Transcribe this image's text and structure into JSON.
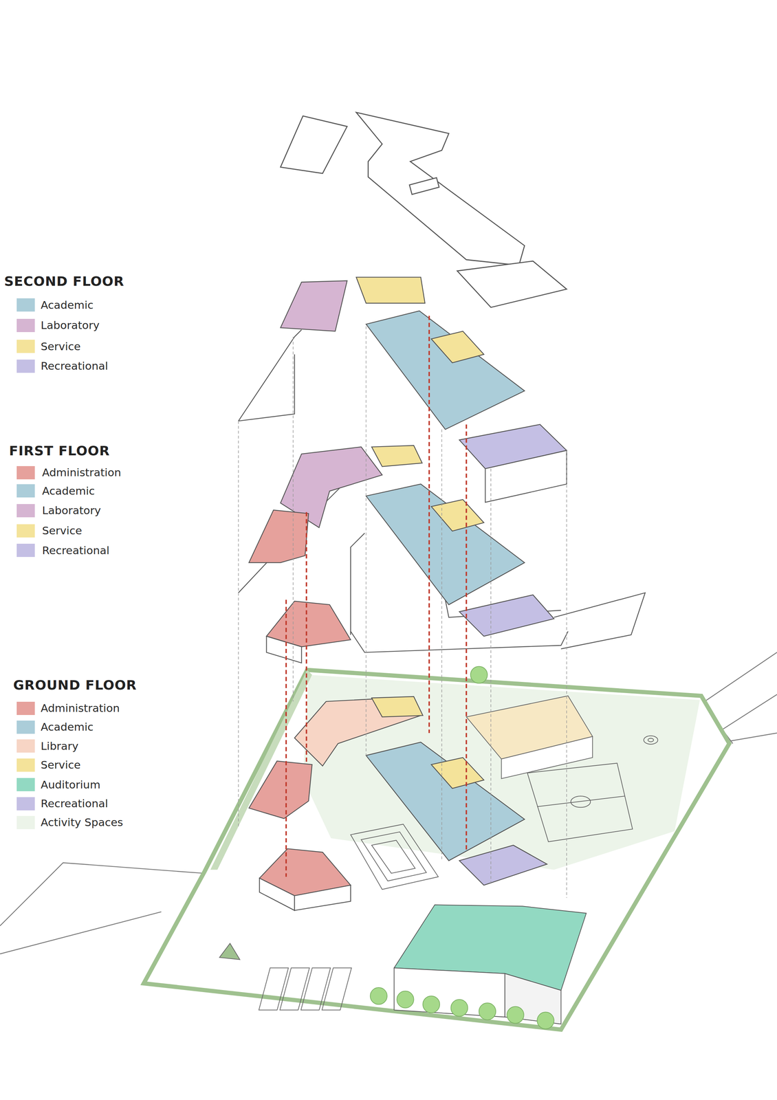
{
  "diagram": {
    "labels": [
      "SECOND FLOOR",
      "FIRST FLOOR",
      "GROUND FLOOR"
    ],
    "legend": [
      {
        "text": "Academic",
        "color": "#abcdd9"
      },
      {
        "text": "Laboratory",
        "color": "#d6b5d2"
      },
      {
        "text": "Service",
        "color": "#f4e39a"
      },
      {
        "text": "Recreational",
        "color": "#c4bfe4"
      },
      {
        "text": "Administration",
        "color": "#e6a19c"
      },
      {
        "text": "Academic",
        "color": "#abcdd9"
      },
      {
        "text": "Laboratory",
        "color": "#d6b5d2"
      },
      {
        "text": "Service",
        "color": "#f4e39a"
      },
      {
        "text": "Recreational",
        "color": "#c4bfe4"
      },
      {
        "text": "Administration",
        "color": "#e6a19c"
      },
      {
        "text": "Academic",
        "color": "#abcdd9"
      },
      {
        "text": "Library",
        "color": "#f7d5c5"
      },
      {
        "text": "Service",
        "color": "#f4e39a"
      },
      {
        "text": "Auditorium",
        "color": "#92d9c2"
      },
      {
        "text": "Recreational",
        "color": "#c4bfe4"
      },
      {
        "text": "Activity Spaces",
        "color": "#ecf4e9"
      }
    ]
  }
}
